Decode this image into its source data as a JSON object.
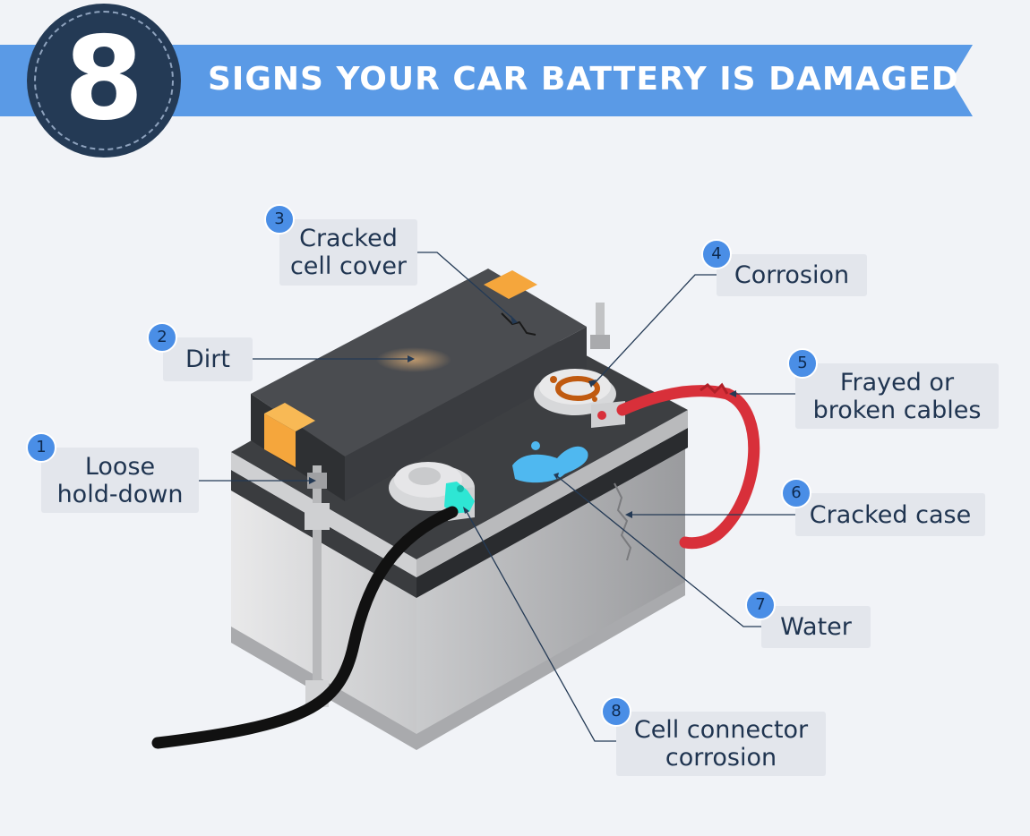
{
  "header": {
    "number": "8",
    "title": "SIGNS YOUR CAR BATTERY IS DAMAGED"
  },
  "colors": {
    "banner": "#5a9ae6",
    "badge": "#243a55",
    "callout_bg": "#e3e6ec",
    "callout_text": "#1f3450",
    "number_dot": "#4a8ee6",
    "cable_red": "#d8303a",
    "cable_black": "#111111",
    "terminal_caps": "#f5a63c",
    "water": "#4fb8f0",
    "corrosion_rust": "#c05a10",
    "corrosion_teal": "#2ee6d4"
  },
  "signs": [
    {
      "number": "1",
      "label": "Loose\nhold-down"
    },
    {
      "number": "2",
      "label": "Dirt"
    },
    {
      "number": "3",
      "label": "Cracked\ncell cover"
    },
    {
      "number": "4",
      "label": "Corrosion"
    },
    {
      "number": "5",
      "label": "Frayed or\nbroken cables"
    },
    {
      "number": "6",
      "label": "Cracked case"
    },
    {
      "number": "7",
      "label": "Water"
    },
    {
      "number": "8",
      "label": "Cell connector\ncorrosion"
    }
  ]
}
